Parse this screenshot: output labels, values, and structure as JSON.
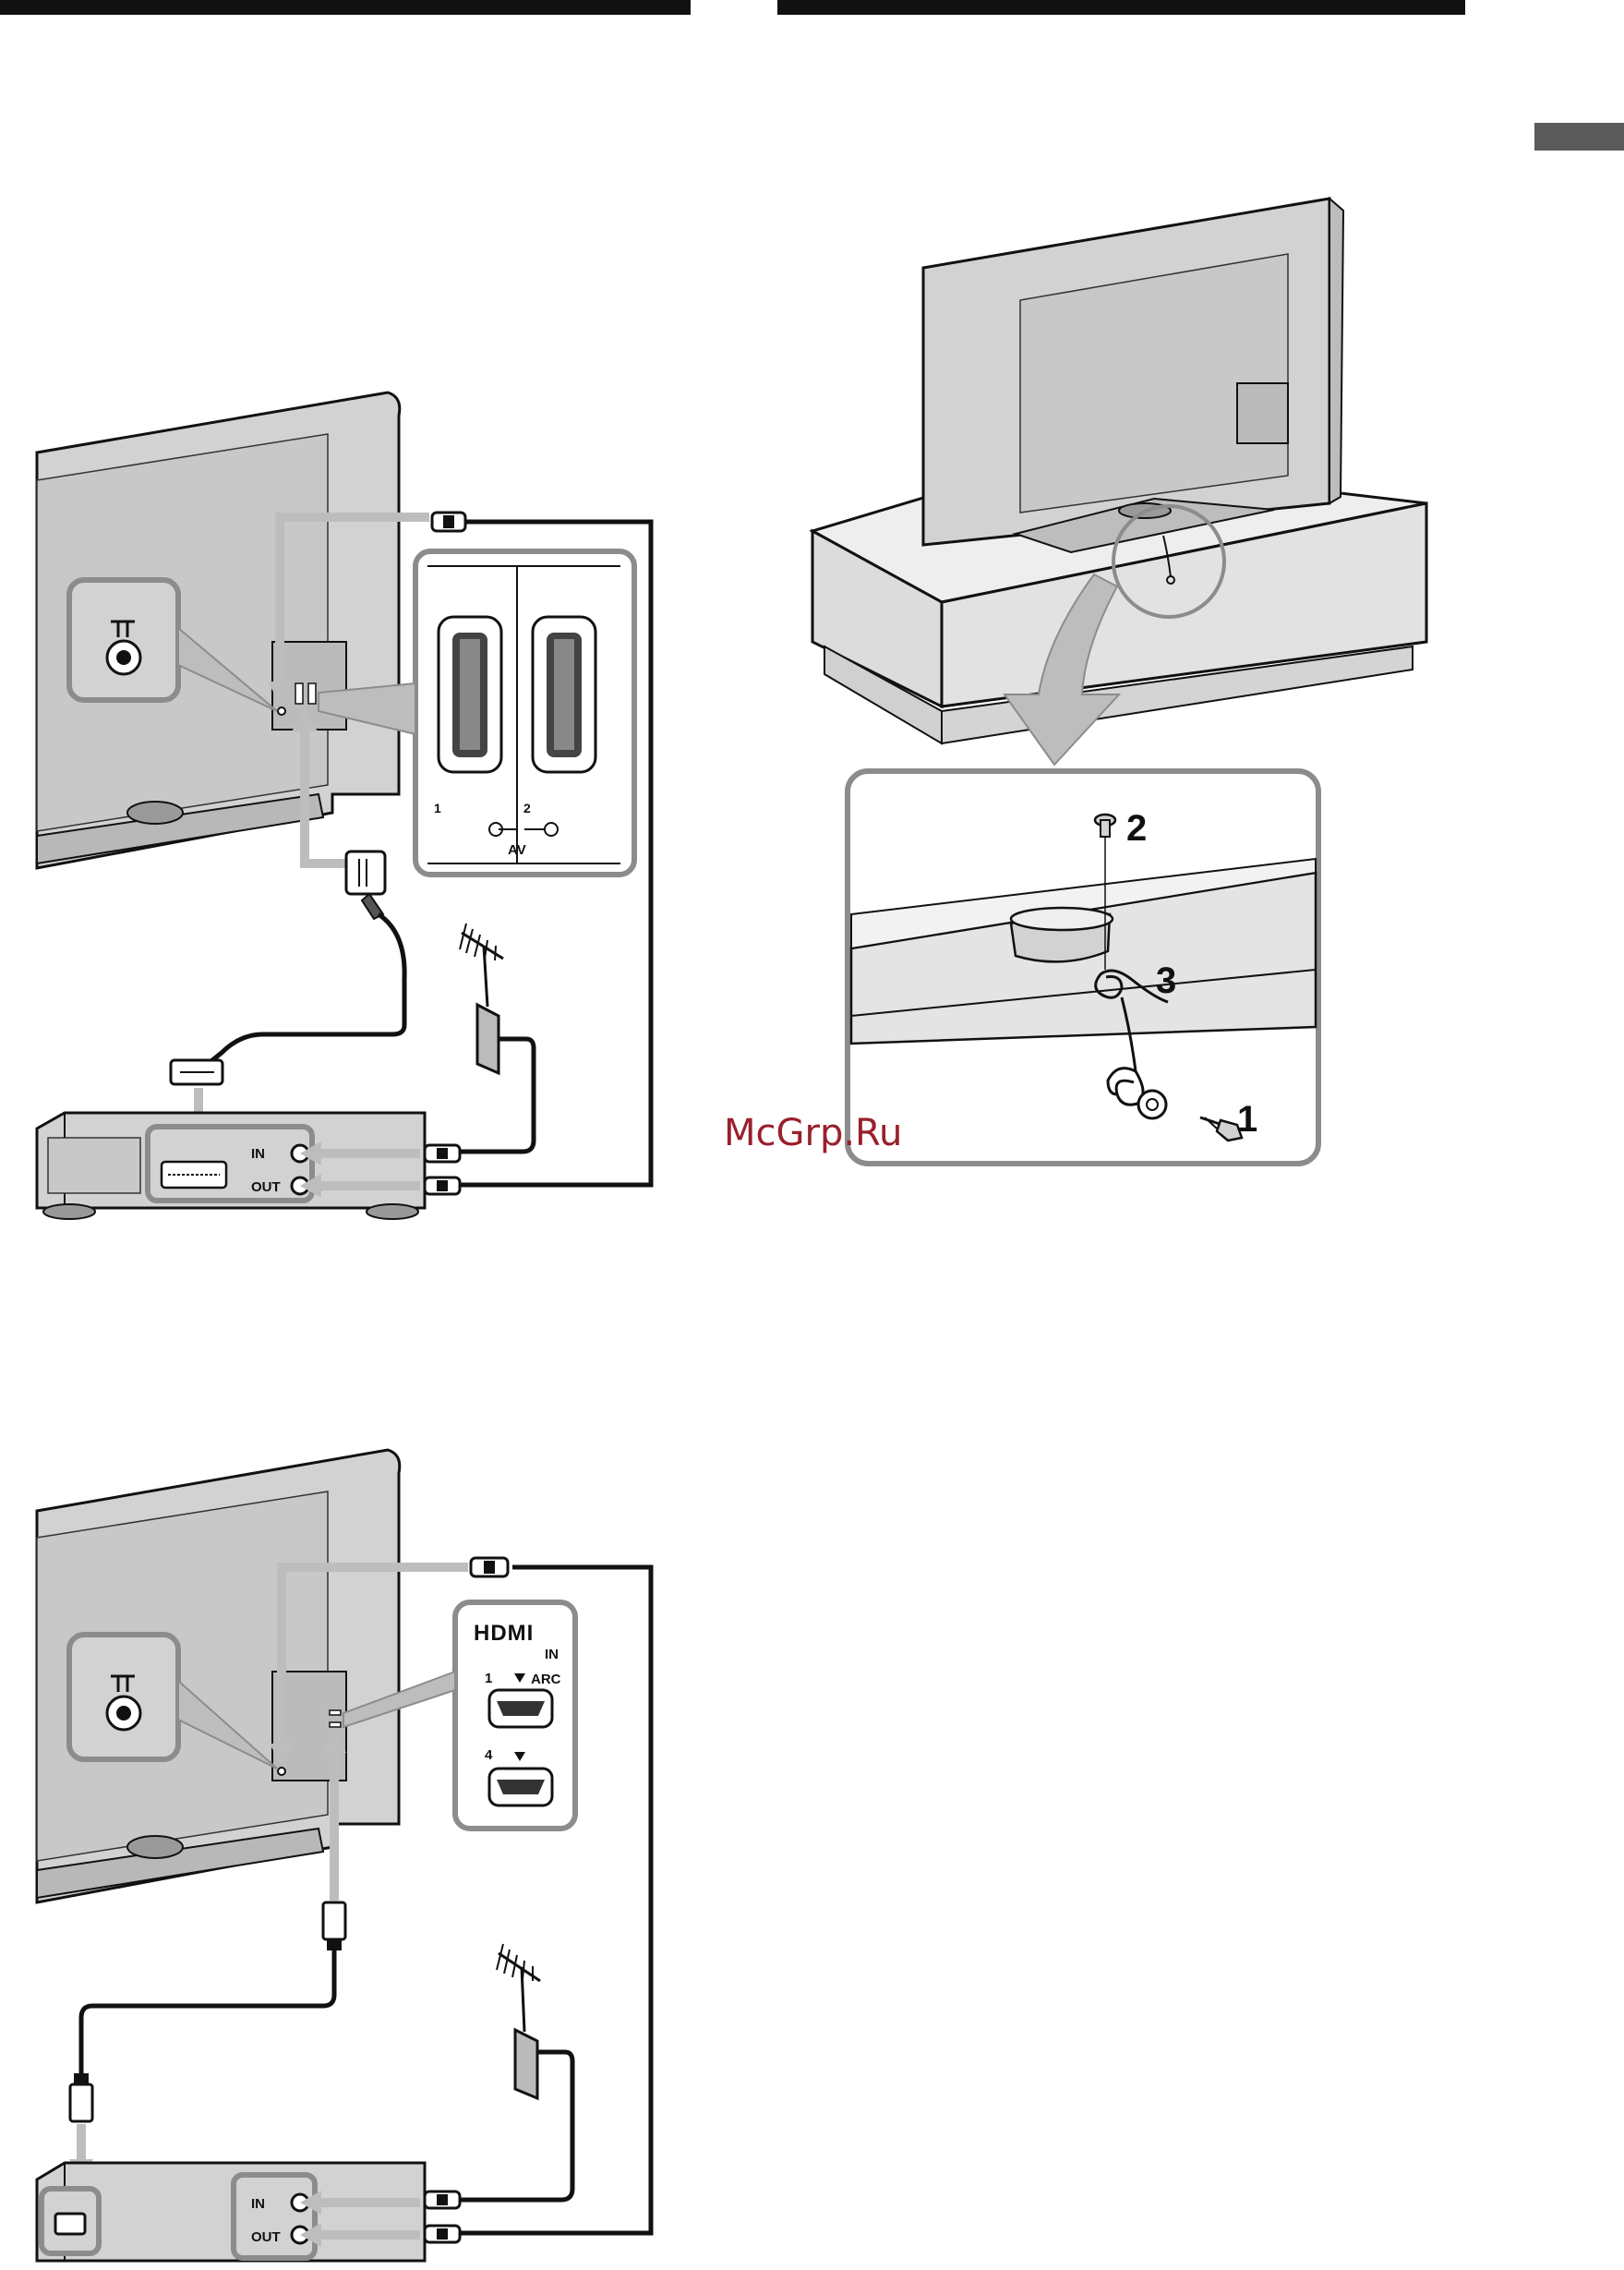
{
  "colors": {
    "tv_body": "#d2d2d2",
    "tv_screen": "#c4c4c4",
    "tv_dark": "#9a9a9a",
    "outline": "#111111",
    "highlight_border": "#8c8c8c",
    "arrow_fill": "#bdbdbd",
    "stand_body": "#e2e2e2",
    "watermark": "#9a1f2c",
    "tab_fill": "#5a5a5a"
  },
  "diagram_top": {
    "av_panel": {
      "port_1": "1",
      "port_2": "2",
      "group_label": "AV"
    },
    "recorder": {
      "in_label": "IN",
      "out_label": "OUT"
    },
    "antenna_icon": "antenna-icon",
    "antenna_port_icon": "antenna-port-icon"
  },
  "diagram_bottom": {
    "hdmi_panel": {
      "logo_text": "HDMI",
      "in_text": "IN",
      "port_1": "1",
      "arc_label": "ARC",
      "port_4": "4"
    },
    "recorder": {
      "in_label": "IN",
      "out_label": "OUT"
    }
  },
  "diagram_right": {
    "steps": [
      "1",
      "2",
      "3"
    ]
  },
  "watermark": "McGrp.Ru"
}
